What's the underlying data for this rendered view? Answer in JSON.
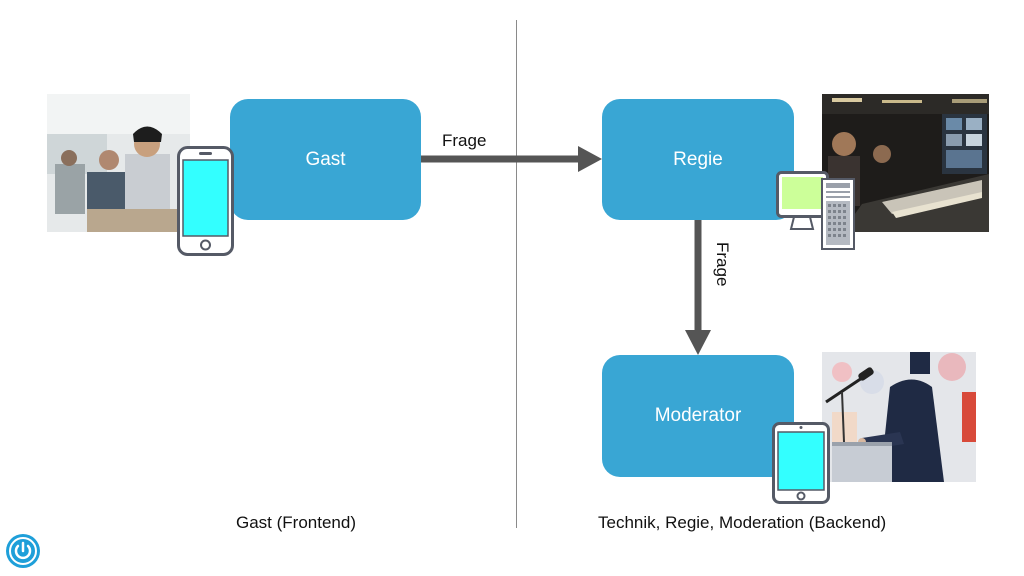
{
  "nodes": {
    "gast": "Gast",
    "regie": "Regie",
    "moderator": "Moderator"
  },
  "edges": {
    "gast_to_regie": "Frage",
    "regie_to_moderator": "Frage"
  },
  "sections": {
    "frontend": "Gast (Frontend)",
    "backend": "Technik, Regie, Moderation (Backend)"
  },
  "colors": {
    "box": "#39a6d4",
    "arrow": "#555555",
    "device_screen": "#33ffff",
    "monitor_screen": "#ccff99"
  },
  "icons": {
    "phone": "smartphone-icon",
    "workstation": "computer-icon",
    "tablet": "tablet-icon",
    "logo": "power-logo-icon"
  }
}
